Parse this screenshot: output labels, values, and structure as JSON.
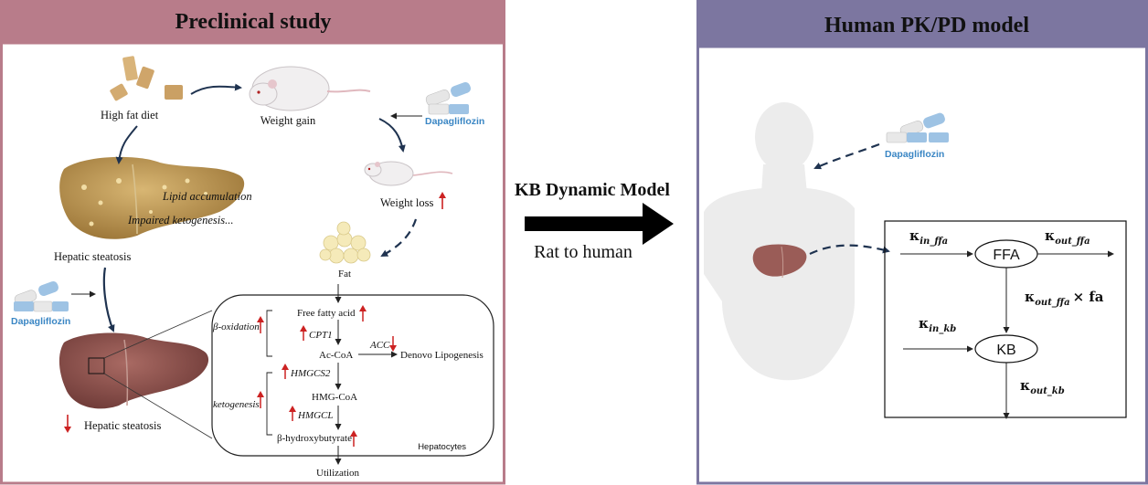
{
  "left_panel": {
    "title": "Preclinical study",
    "header_color": "#b87c8a",
    "border_color": "#b87c8a",
    "labels": {
      "diet": "High fat diet",
      "weight_gain": "Weight gain",
      "weight_loss": "Weight loss",
      "lipid_accumulation": "Lipid accumulation",
      "impaired_ketogenesis": "Impaired ketogenesis...",
      "hepatic_steatosis": "Hepatic steatosis",
      "hepatic_steatosis_reduced": "Hepatic steatosis",
      "fat": "Fat",
      "drug_top": "Dapagliflozin",
      "drug_left": "Dapagliflozin"
    },
    "pathway": {
      "free_fatty_acid": "Free fatty acid",
      "cpt1": "CPT1",
      "beta_oxidation": "β-oxidation",
      "ac_coa": "Ac-CoA",
      "acc": "ACC",
      "denovo": "Denovo Lipogenesis",
      "hmgcs2": "HMGCS2",
      "hmg_coa": "HMG-CoA",
      "hmgcl": "HMGCL",
      "ketogenesis": "ketogenesis",
      "bhb": "β-hydroxybutyrate",
      "hepatocytes": "Hepatocytes",
      "utilization": "Utilization"
    }
  },
  "middle": {
    "title": "KB Dynamic Model",
    "subtitle": "Rat to human"
  },
  "right_panel": {
    "title": "Human PK/PD model",
    "header_color": "#7c76a0",
    "border_color": "#7c76a0",
    "drug": "Dapagliflozin",
    "nodes": {
      "ffa": "FFA",
      "kb": "KB"
    },
    "rates": {
      "kin_ffa_sym": "κ",
      "kin_ffa_sub": "in_ffa",
      "kout_ffa_sym": "κ",
      "kout_ffa_sub": "out_ffa",
      "kout_ffa_fa_sym": "κ",
      "kout_ffa_fa_sub": "out_ffa",
      "kout_ffa_fa_mult": "× fa",
      "kin_kb_sym": "κ",
      "kin_kb_sub": "in_kb",
      "kout_kb_sym": "κ",
      "kout_kb_sub": "out_kb"
    }
  },
  "colors": {
    "arrow_dark": "#1f3350",
    "up_arrow": "#cc2222",
    "liver_fatty": "#b99452",
    "liver_healthy": "#8e5450",
    "pill_blue": "#9ec3e4",
    "silhouette": "#ececec"
  }
}
